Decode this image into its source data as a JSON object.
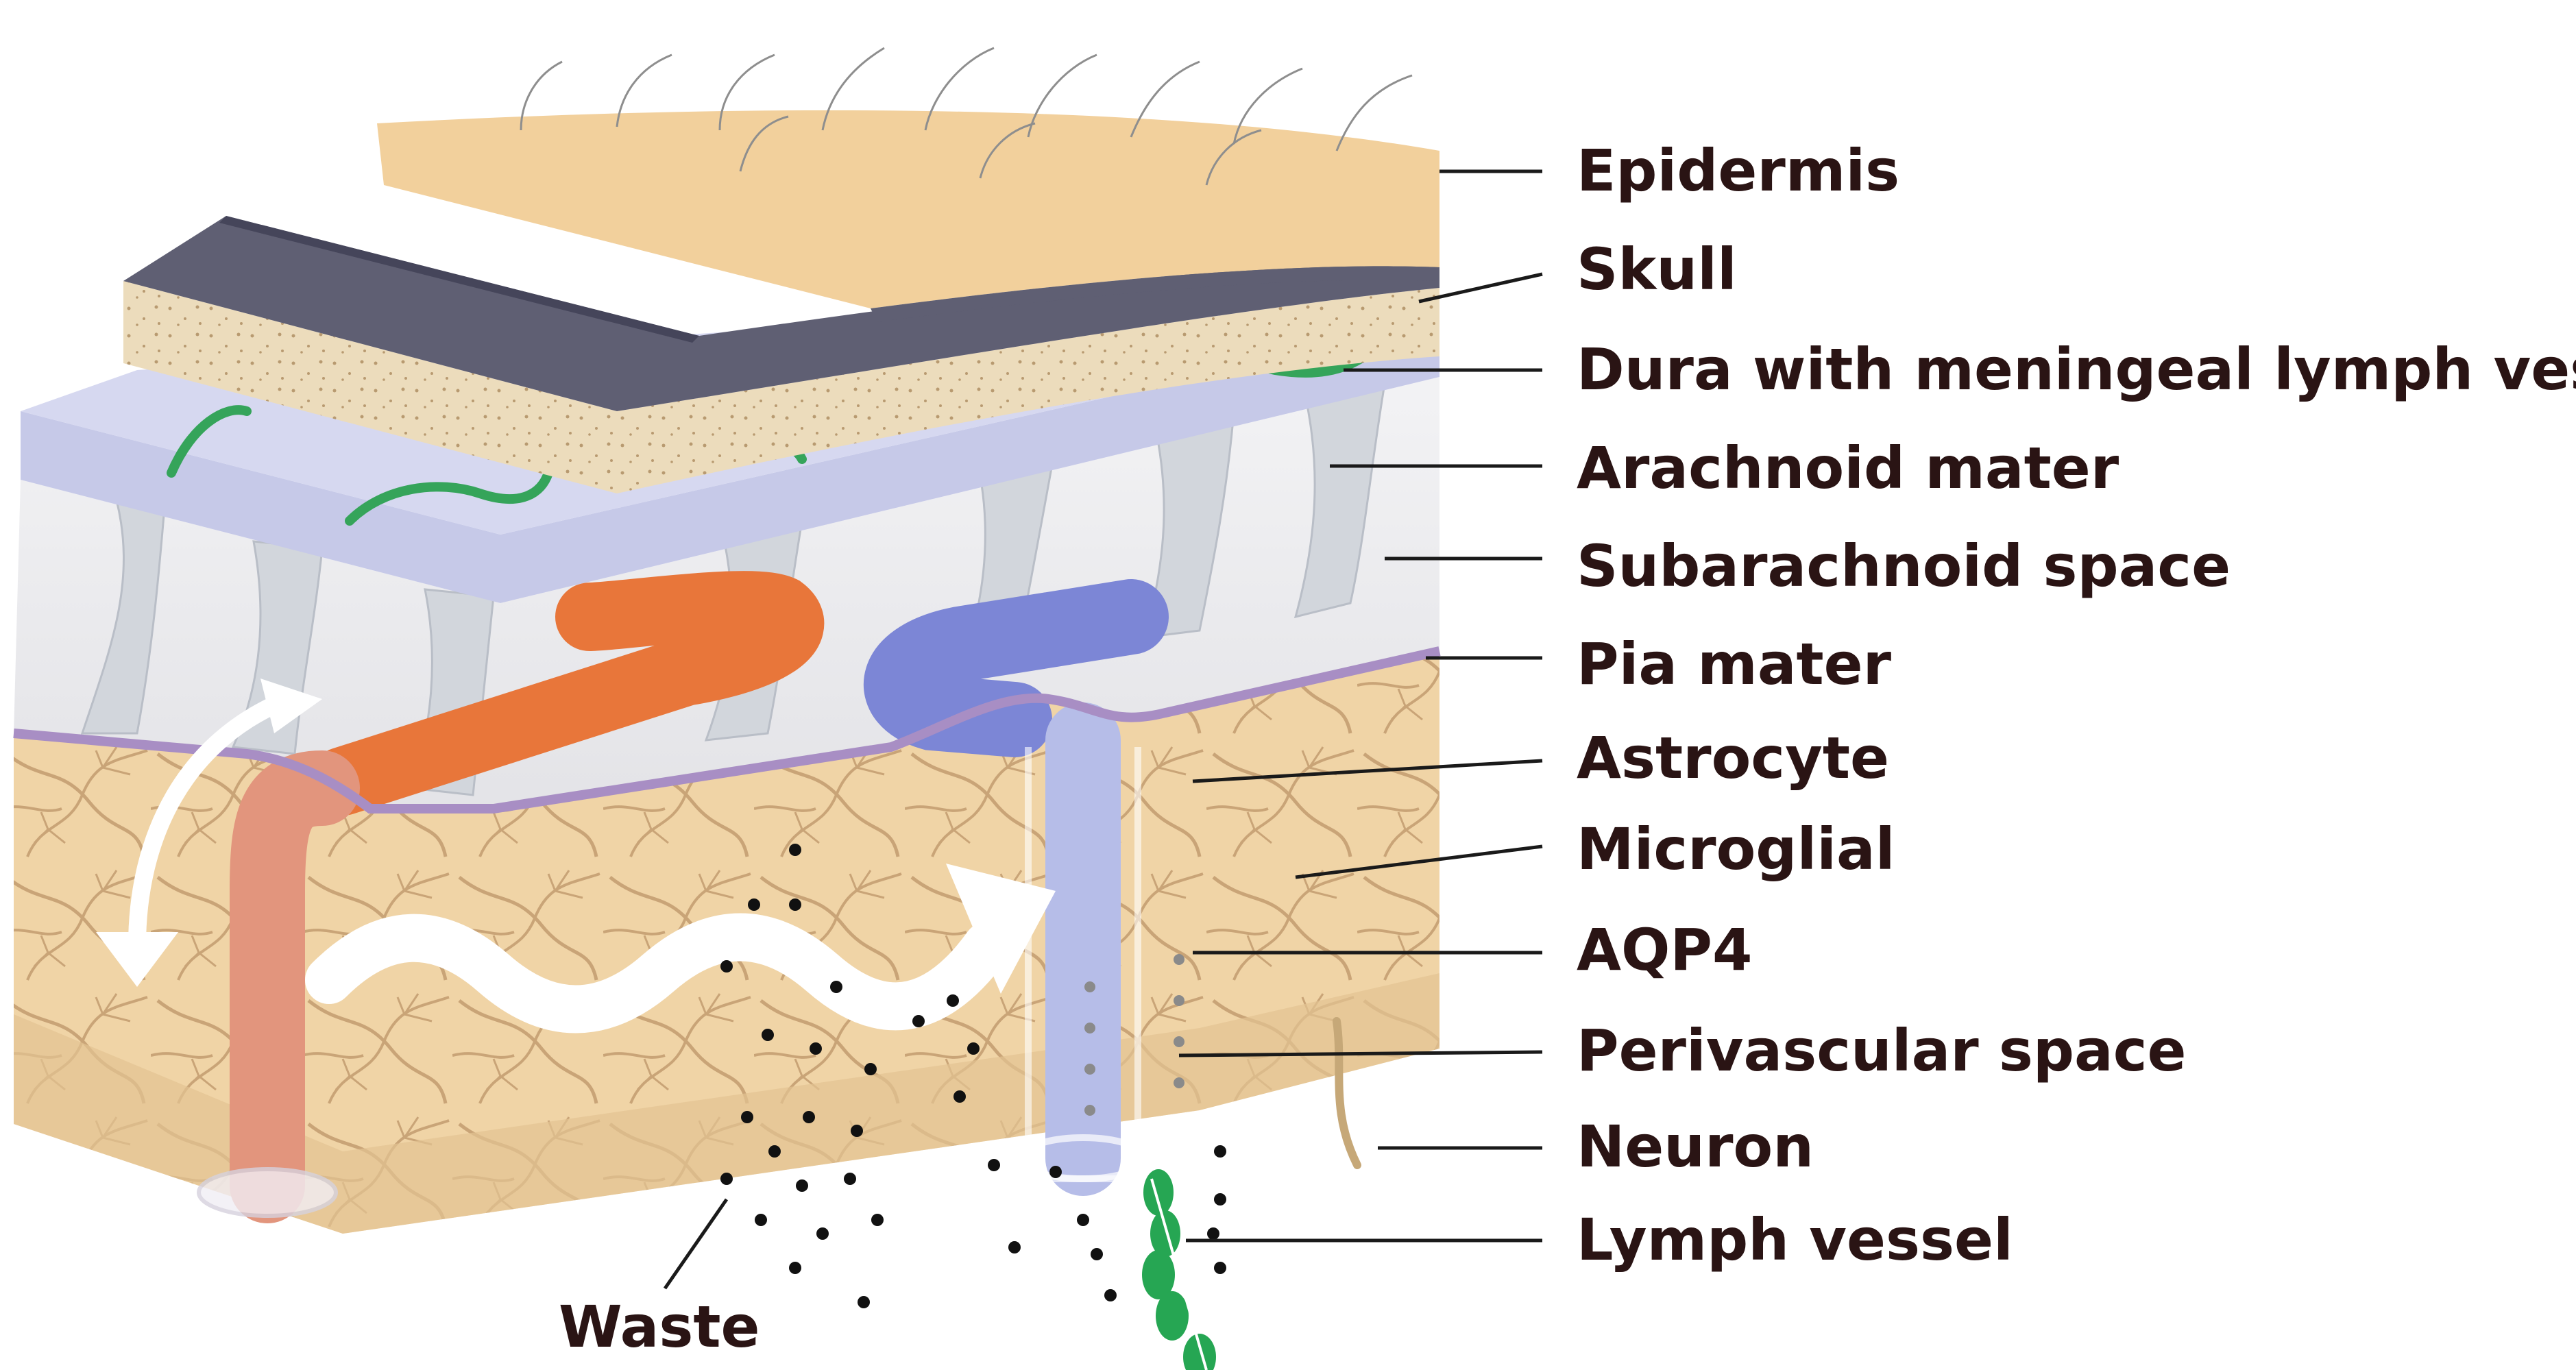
{
  "labels": {
    "epidermis": "Epidermis",
    "skull": "Skull",
    "dura": "Dura with meningeal lymph vessels",
    "arachnoid": "Arachnoid mater",
    "subarachnoid": "Subarachnoid space",
    "pia": "Pia mater",
    "astrocyte": "Astrocyte",
    "microglial": "Microglial",
    "aqp4": "AQP4",
    "perivascular": "Perivascular space",
    "neuron": "Neuron",
    "lymph_vessel": "Lymph vessel",
    "waste": "Waste"
  },
  "colors": {
    "epidermis": "#f2d09c",
    "skull_dark": "#5f5f73",
    "skull_bone": "#ecdcbc",
    "dura": "#c6c9e8",
    "meningeal_lymph": "#35a45a",
    "subarachnoid_fluid": "#eaeaea",
    "pia": "#a88ec4",
    "brain_tissue": "#f0d4a6",
    "artery": "#e8763a",
    "artery_pink": "#e2957d",
    "vein": "#7c86d6",
    "vein_light": "#b6bde8",
    "lymph_vessel": "#26a653",
    "waste_dots": "#111111",
    "label_text": "#2a1414"
  },
  "icons": {
    "flow_arrows": "white-curved-arrow",
    "waste_particles": "black-dot"
  }
}
